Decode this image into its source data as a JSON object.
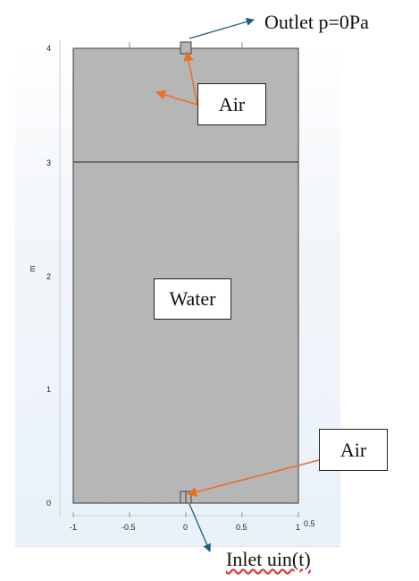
{
  "axes": {
    "y_unit": "m",
    "y_ticks": [
      "0",
      "1",
      "2",
      "3",
      "4"
    ],
    "x_ticks": [
      "-1",
      "-0.5",
      "0",
      "0.5",
      "1"
    ],
    "x_extra_tick": "0.5"
  },
  "labels": {
    "outlet": "Outlet p=0Pa",
    "air_top": "Air",
    "water": "Water",
    "air_bottom": "Air",
    "inlet": "Inlet uin(t)"
  },
  "colors": {
    "domain_fill": "#b6b6b6",
    "callout_arrow": "#e8712a",
    "pointer_arrow": "#1f5d7a"
  }
}
